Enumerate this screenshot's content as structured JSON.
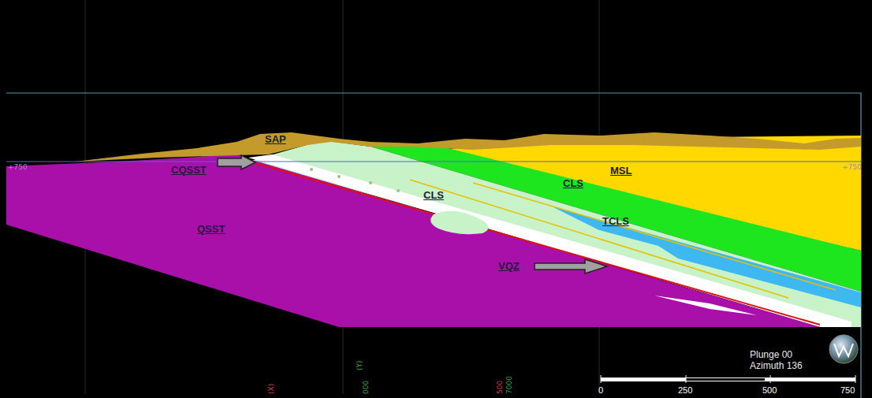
{
  "diagram": {
    "labels": [
      "SAP",
      "CQSST",
      "CLS",
      "CLS",
      "MSL",
      "QSST",
      "TCLS",
      "VQZ",
      "+750",
      "+750",
      "Plunge 00",
      "Azimuth 136",
      "0",
      "250",
      "500",
      "750",
      "(X)",
      "(Y)",
      "000",
      "500",
      "7000"
    ]
  }
}
